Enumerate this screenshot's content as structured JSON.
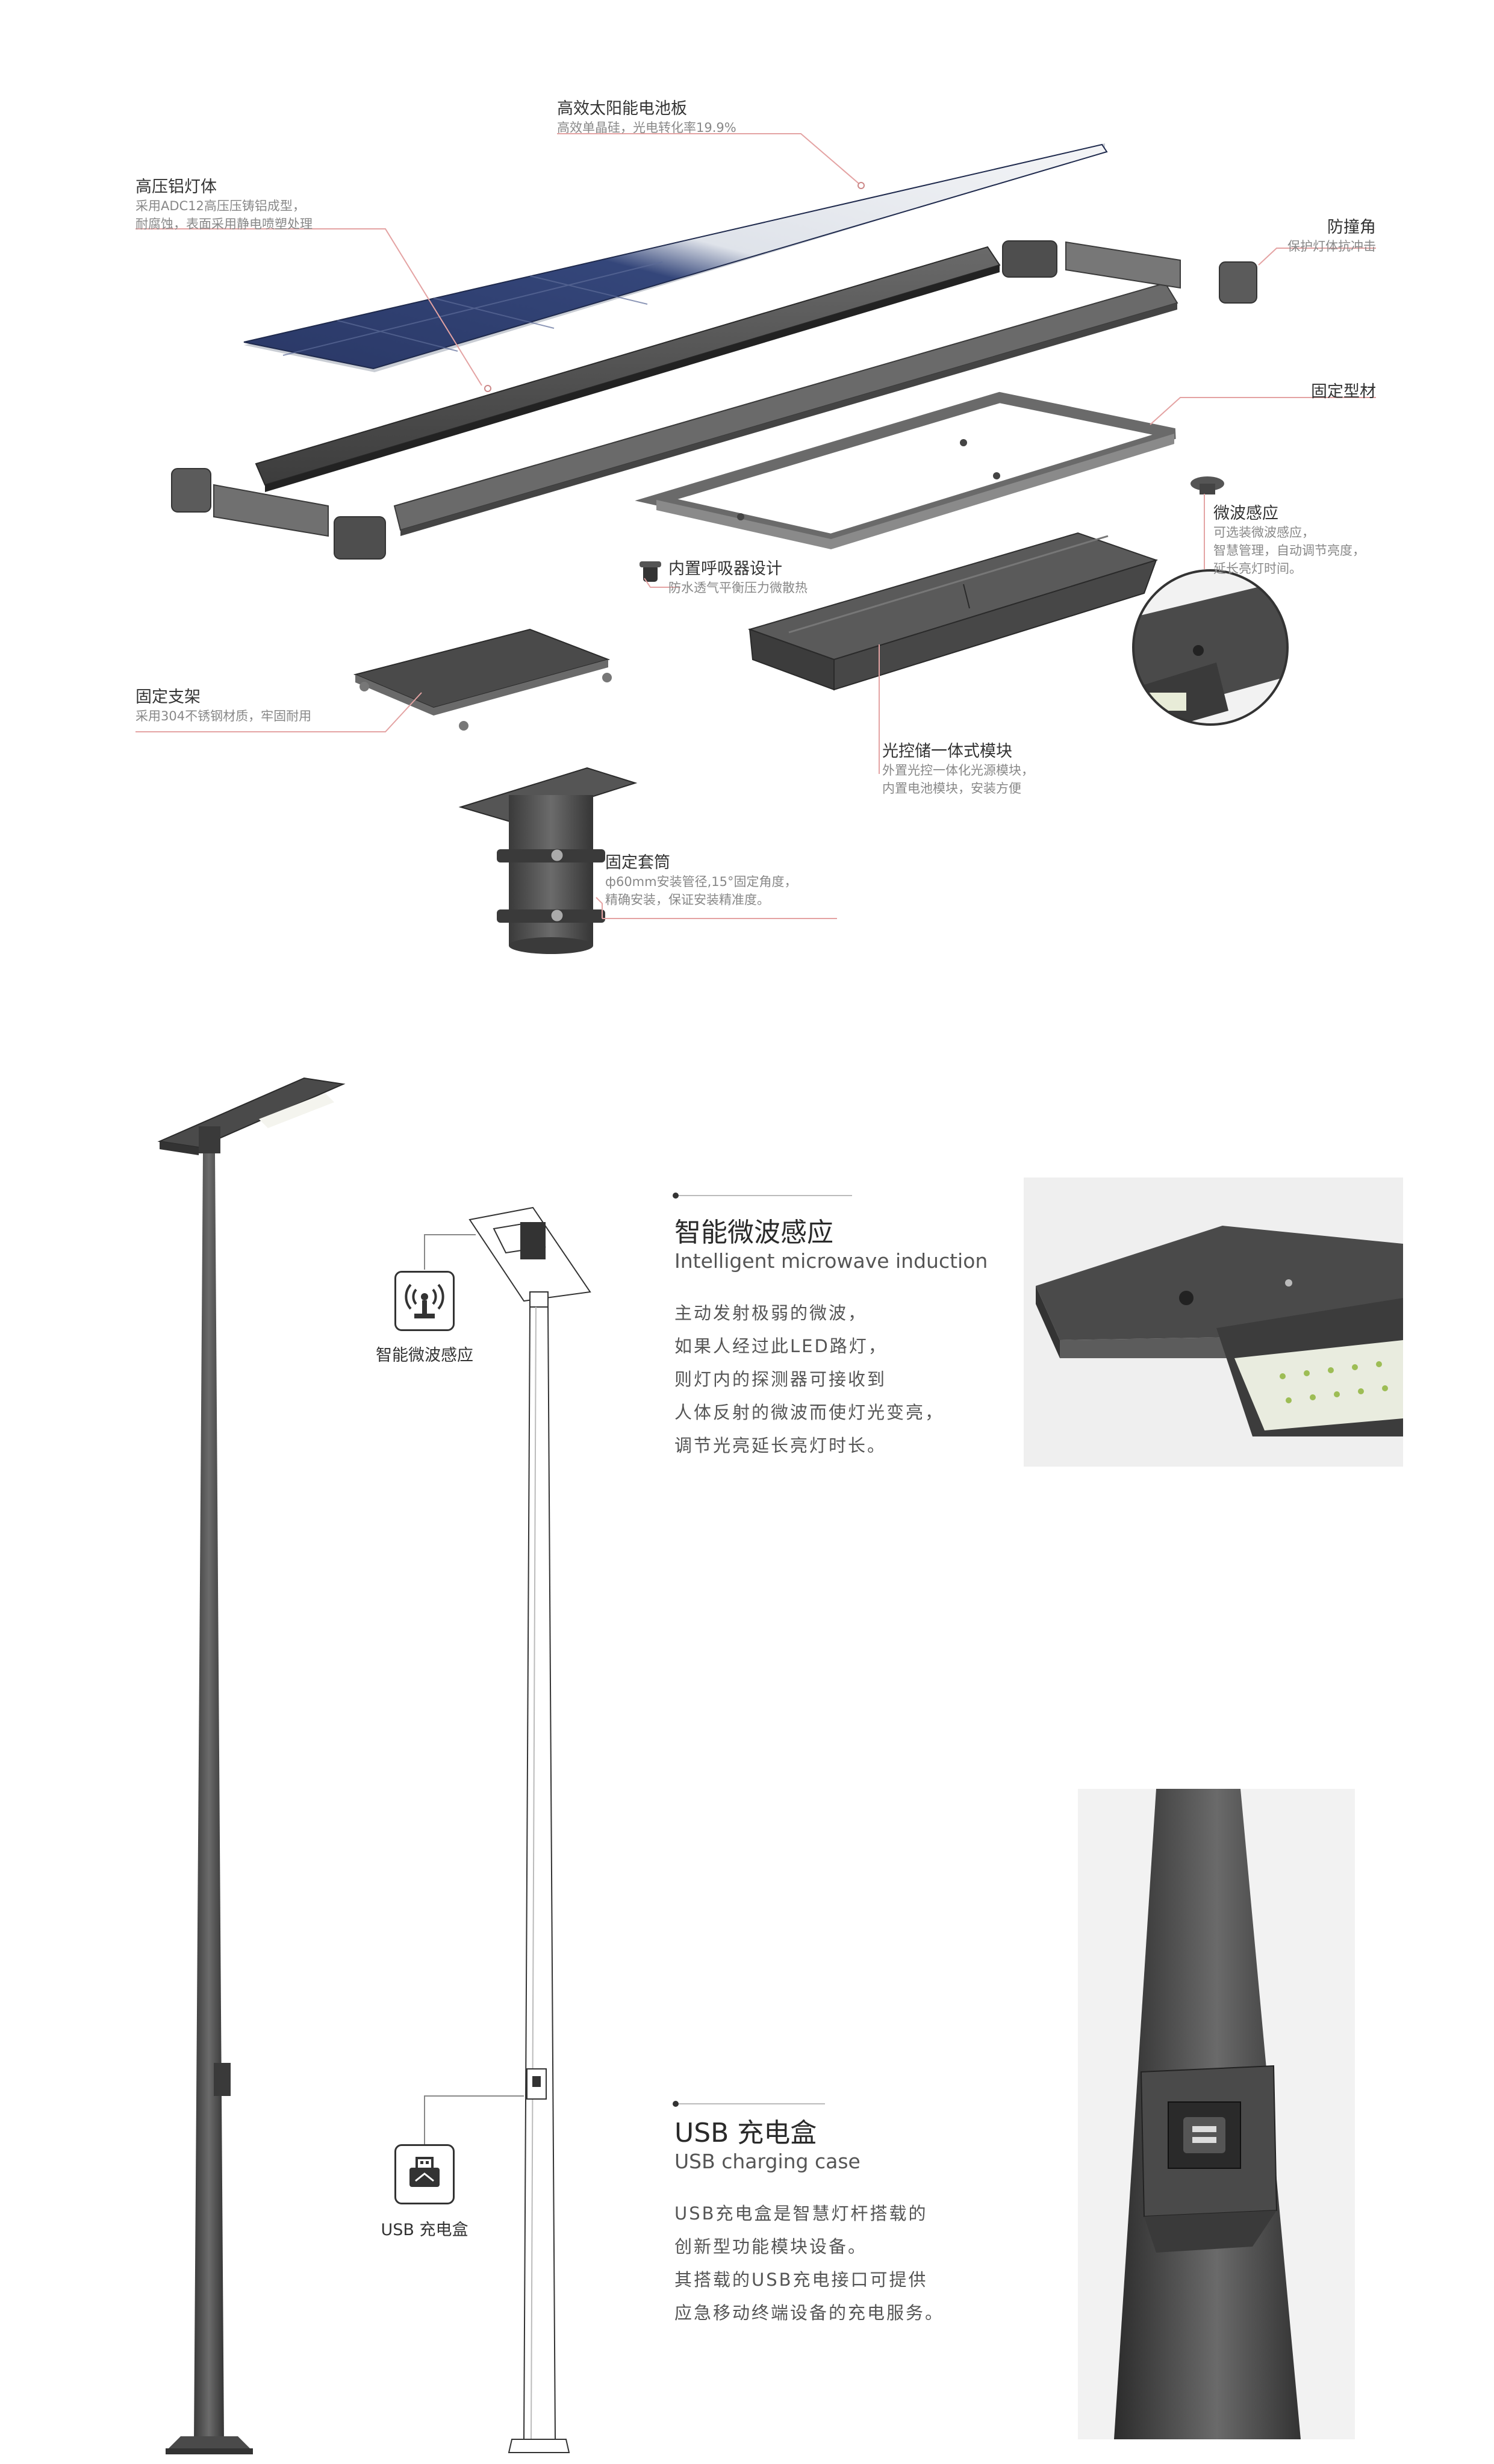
{
  "exploded": {
    "solar_panel": {
      "title": "高效太阳能电池板",
      "desc": [
        "高效单晶硅，光电转化率19.9%"
      ]
    },
    "lamp_body": {
      "title": "高压铝灯体",
      "desc": [
        "采用ADC12高压压铸铝成型，",
        "耐腐蚀，表面采用静电喷塑处理"
      ]
    },
    "bumper": {
      "title": "防撞角",
      "desc": [
        "保护灯体抗冲击"
      ]
    },
    "fixing_profile": {
      "title": "固定型材",
      "desc": []
    },
    "microwave": {
      "title": "微波感应",
      "desc": [
        "可选装微波感应，",
        "智慧管理，自动调节亮度，",
        "延长亮灯时间。"
      ]
    },
    "breather": {
      "title": "内置呼吸器设计",
      "desc": [
        "防水透气平衡压力微散热"
      ]
    },
    "bracket": {
      "title": "固定支架",
      "desc": [
        "采用304不锈钢材质，牢固耐用"
      ]
    },
    "module": {
      "title": "光控储一体式模块",
      "desc": [
        "外置光控一体化光源模块，",
        "内置电池模块，安装方便"
      ]
    },
    "sleeve": {
      "title": "固定套筒",
      "desc": [
        "ф60mm安装管径,15°固定角度，",
        "精确安装，保证安装精准度。"
      ]
    }
  },
  "features": {
    "microwave": {
      "title": "智能微波感应",
      "subtitle": "Intelligent microwave induction",
      "body": [
        "主动发射极弱的微波，",
        "如果人经过此LED路灯，",
        "则灯内的探测器可接收到",
        "人体反射的微波而使灯光变亮，",
        "调节光亮延长亮灯时长。"
      ],
      "icon_label": "智能微波感应",
      "icon": "wireless-signal-icon"
    },
    "usb": {
      "title": "USB 充电盒",
      "subtitle": "USB charging case",
      "body": [
        "USB充电盒是智慧灯杆搭载的",
        "创新型功能模块设备。",
        "其搭载的USB充电接口可提供",
        "应急移动终端设备的充电服务。"
      ],
      "icon_label": "USB 充电盒",
      "icon": "usb-icon"
    }
  },
  "colors": {
    "leader_line": "#e4a3a3",
    "body_dark": "#4a4a4a",
    "panel_blue": "#2b3a66"
  }
}
